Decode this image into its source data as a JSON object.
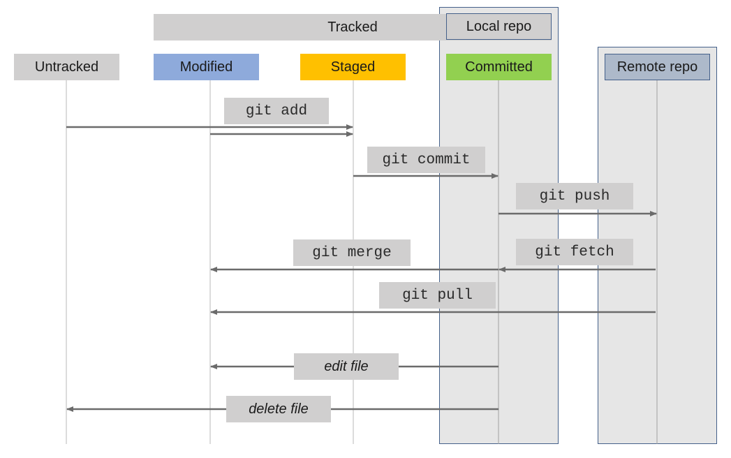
{
  "headers": {
    "tracked": "Tracked",
    "local_repo": "Local repo",
    "untracked": "Untracked",
    "modified": "Modified",
    "staged": "Staged",
    "committed": "Committed",
    "remote_repo": "Remote repo"
  },
  "commands": {
    "git_add": "git add",
    "git_commit": "git commit",
    "git_push": "git push",
    "git_merge": "git merge",
    "git_fetch": "git fetch",
    "git_pull": "git pull",
    "edit_file": "edit file",
    "delete_file": "delete file"
  },
  "colors": {
    "untracked": "#d0cfcf",
    "tracked": "#d0cfcf",
    "modified": "#8eaadb",
    "staged": "#ffc000",
    "committed": "#92d050",
    "remote_repo": "#adb9ca",
    "repo_panel": "#e6e6e6",
    "repo_border": "#44608a",
    "arrow": "#6b6b6b"
  }
}
